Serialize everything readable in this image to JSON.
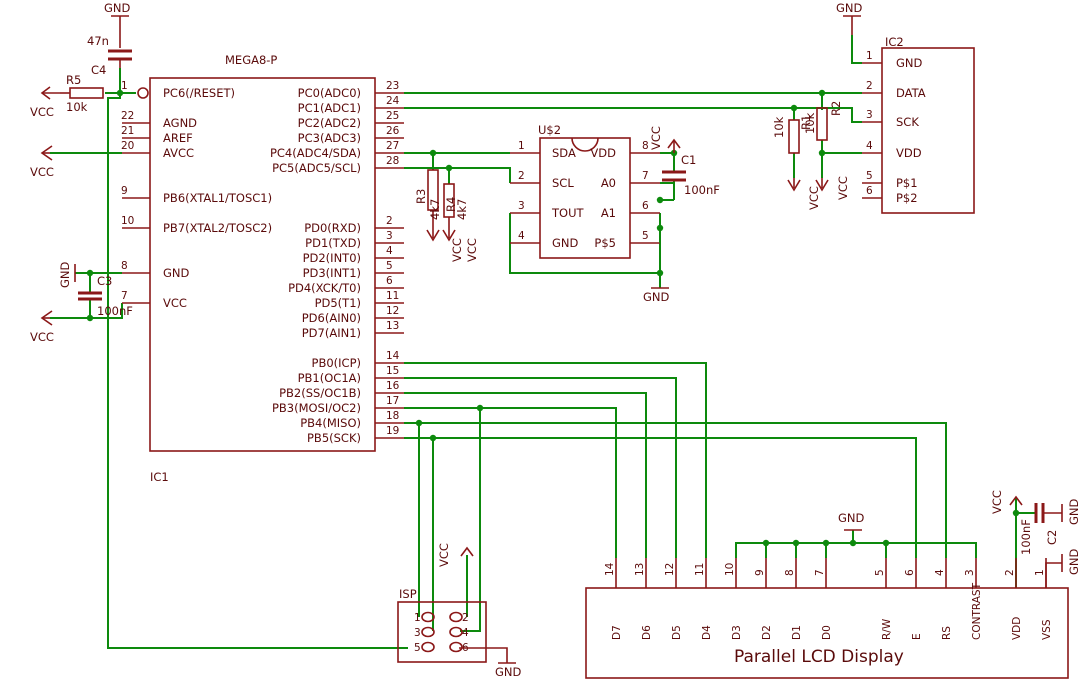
{
  "ic1": {
    "name": "MEGA8-P",
    "ref": "IC1",
    "pins_left": [
      {
        "num": "1",
        "name": "PC6(/RESET)"
      },
      {
        "num": "22",
        "name": "AGND"
      },
      {
        "num": "21",
        "name": "AREF"
      },
      {
        "num": "20",
        "name": "AVCC"
      },
      {
        "num": "9",
        "name": "PB6(XTAL1/TOSC1)"
      },
      {
        "num": "10",
        "name": "PB7(XTAL2/TOSC2)"
      },
      {
        "num": "8",
        "name": "GND"
      },
      {
        "num": "7",
        "name": "VCC"
      }
    ],
    "pins_right": [
      {
        "num": "23",
        "name": "PC0(ADC0)"
      },
      {
        "num": "24",
        "name": "PC1(ADC1)"
      },
      {
        "num": "25",
        "name": "PC2(ADC2)"
      },
      {
        "num": "26",
        "name": "PC3(ADC3)"
      },
      {
        "num": "27",
        "name": "PC4(ADC4/SDA)"
      },
      {
        "num": "28",
        "name": "PC5(ADC5/SCL)"
      },
      {
        "num": "2",
        "name": "PD0(RXD)"
      },
      {
        "num": "3",
        "name": "PD1(TXD)"
      },
      {
        "num": "4",
        "name": "PD2(INT0)"
      },
      {
        "num": "5",
        "name": "PD3(INT1)"
      },
      {
        "num": "6",
        "name": "PD4(XCK/T0)"
      },
      {
        "num": "11",
        "name": "PD5(T1)"
      },
      {
        "num": "12",
        "name": "PD6(AIN0)"
      },
      {
        "num": "13",
        "name": "PD7(AIN1)"
      },
      {
        "num": "14",
        "name": "PB0(ICP)"
      },
      {
        "num": "15",
        "name": "PB1(OC1A)"
      },
      {
        "num": "16",
        "name": "PB2(SS/OC1B)"
      },
      {
        "num": "17",
        "name": "PB3(MOSI/OC2)"
      },
      {
        "num": "18",
        "name": "PB4(MISO)"
      },
      {
        "num": "19",
        "name": "PB5(SCK)"
      }
    ]
  },
  "u2": {
    "ref": "U$2",
    "pins_left": [
      {
        "num": "1",
        "name": "SDA"
      },
      {
        "num": "2",
        "name": "SCL"
      },
      {
        "num": "3",
        "name": "TOUT"
      },
      {
        "num": "4",
        "name": "GND"
      }
    ],
    "pins_right": [
      {
        "num": "8",
        "name": "VDD"
      },
      {
        "num": "7",
        "name": "A0"
      },
      {
        "num": "6",
        "name": "A1"
      },
      {
        "num": "5",
        "name": "P$5"
      }
    ]
  },
  "ic2": {
    "ref": "IC2",
    "pins": [
      {
        "num": "1",
        "name": "GND"
      },
      {
        "num": "2",
        "name": "DATA"
      },
      {
        "num": "3",
        "name": "SCK"
      },
      {
        "num": "4",
        "name": "VDD"
      },
      {
        "num": "5",
        "name": "P$1"
      },
      {
        "num": "6",
        "name": "P$2"
      }
    ]
  },
  "lcd": {
    "title": "Parallel LCD Display",
    "pins": [
      {
        "num": "14",
        "name": "D7"
      },
      {
        "num": "13",
        "name": "D6"
      },
      {
        "num": "12",
        "name": "D5"
      },
      {
        "num": "11",
        "name": "D4"
      },
      {
        "num": "10",
        "name": "D3"
      },
      {
        "num": "9",
        "name": "D2"
      },
      {
        "num": "8",
        "name": "D1"
      },
      {
        "num": "7",
        "name": "D0"
      },
      {
        "num": "5",
        "name": "R/W"
      },
      {
        "num": "6",
        "name": "E"
      },
      {
        "num": "4",
        "name": "RS"
      },
      {
        "num": "3",
        "name": "CONTRAST"
      },
      {
        "num": "2",
        "name": "VDD"
      },
      {
        "num": "1",
        "name": "VSS"
      }
    ]
  },
  "isp": {
    "ref": "ISP",
    "pins": [
      "1",
      "2",
      "3",
      "4",
      "5",
      "6"
    ]
  },
  "components": {
    "r5": {
      "ref": "R5",
      "value": "10k"
    },
    "c4": {
      "ref": "C4",
      "value": "47n"
    },
    "c3": {
      "ref": "C3",
      "value": "100nF"
    },
    "r3": {
      "ref": "R3",
      "value": "4k7"
    },
    "r4": {
      "ref": "R4",
      "value": "4k7"
    },
    "c1": {
      "ref": "C1",
      "value": "100nF"
    },
    "r1": {
      "ref": "R1",
      "value": "10k"
    },
    "r2": {
      "ref": "R2",
      "value": "10k"
    },
    "c2": {
      "ref": "C2",
      "value": "100nF"
    }
  },
  "nets": {
    "gnd": "GND",
    "vcc": "VCC"
  },
  "colors": {
    "part": "#8b1818",
    "wire": "#0d8a0d"
  }
}
